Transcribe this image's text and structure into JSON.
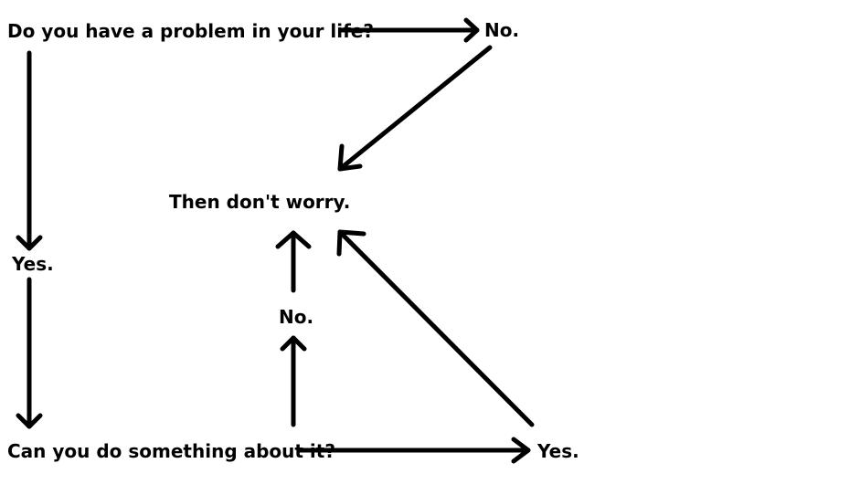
{
  "diagram": {
    "background_color": "#ffffff",
    "ink_color": "#000000",
    "nodes": {
      "question_problem": "Do you have a problem in your life?",
      "answer_no_top": "No.",
      "then_dont_worry": "Then don't worry.",
      "answer_yes_left": "Yes.",
      "answer_no_middle": "No.",
      "question_can_do": "Can you do something about it?",
      "answer_yes_bottom": "Yes."
    }
  }
}
